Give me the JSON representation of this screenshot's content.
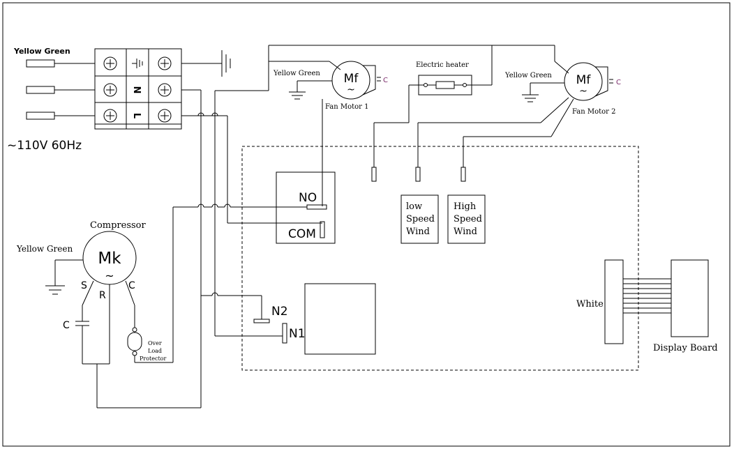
{
  "terminal_block": {
    "pe_label": "Yellow Green",
    "n_label": "N",
    "l_label": "L",
    "ground_symbol": "ground-icon"
  },
  "supply": {
    "voltage_label": "~110V 60Hz"
  },
  "fan_motor_1": {
    "symbol": "Mf",
    "tilde": "~",
    "caption": "Fan Motor 1",
    "ground_label": "Yellow Green",
    "capacitor_label": "C"
  },
  "fan_motor_2": {
    "symbol": "Mf",
    "tilde": "~",
    "caption": "Fan Motor 2",
    "ground_label": "Yellow Green",
    "capacitor_label": "C"
  },
  "heater": {
    "caption": "Electric heater"
  },
  "compressor": {
    "caption": "Compressor",
    "symbol": "Mk",
    "tilde": "~",
    "ground_label": "Yellow Green",
    "s_label": "S",
    "r_label": "R",
    "c_label": "C",
    "capacitor_label": "C",
    "overload_line1": "Over",
    "overload_line2": "Load",
    "overload_line3": "Protector"
  },
  "relay": {
    "no_label": "NO",
    "com_label": "COM"
  },
  "low_speed": {
    "line1": "low",
    "line2": "Speed",
    "line3": "Wind"
  },
  "high_speed": {
    "line1": "High",
    "line2": "Speed",
    "line3": "Wind"
  },
  "neutral": {
    "n2_label": "N2",
    "n1_label": "N1"
  },
  "display": {
    "white_label": "White",
    "board_label": "Display Board"
  },
  "colors": {
    "capacitor_accent": "#7a2a6a",
    "line": "#000000"
  }
}
